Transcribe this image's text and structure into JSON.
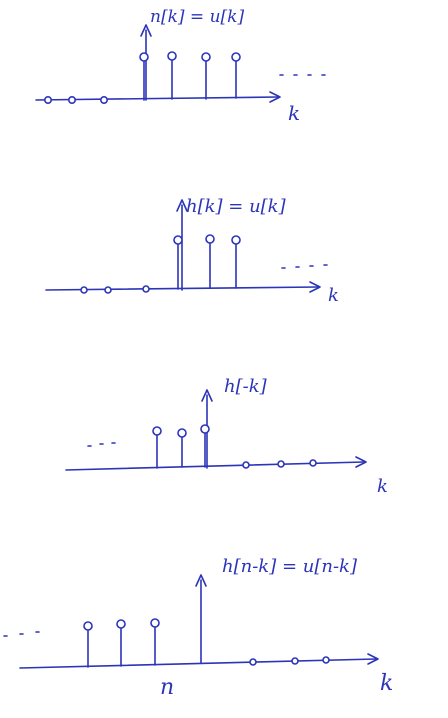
{
  "colors": {
    "ink": "#2c34b8",
    "background": "#ffffff"
  },
  "plots": [
    {
      "label": "n[k] = u[k]",
      "axis_label": "k",
      "zero_samples": [
        -3,
        -2,
        -1
      ],
      "unit_samples": [
        0,
        1,
        2,
        3
      ],
      "continues_right": true,
      "continues_left": false
    },
    {
      "label": "h[k] = u[k]",
      "axis_label": "k",
      "zero_samples": [
        -3,
        -2,
        -1
      ],
      "unit_samples": [
        0,
        1,
        2
      ],
      "continues_right": true,
      "continues_left": false
    },
    {
      "label": "h[-k]",
      "axis_label": "k",
      "zero_samples": [
        1,
        2,
        3
      ],
      "unit_samples": [
        -2,
        -1,
        0
      ],
      "continues_right": false,
      "continues_left": true
    },
    {
      "label": "h[n-k] = u[n-k]",
      "axis_label": "k",
      "n_marker": "n",
      "zero_samples": [
        1,
        2,
        3
      ],
      "unit_samples": [
        -3,
        -2,
        -1
      ],
      "continues_right": false,
      "continues_left": true
    }
  ]
}
